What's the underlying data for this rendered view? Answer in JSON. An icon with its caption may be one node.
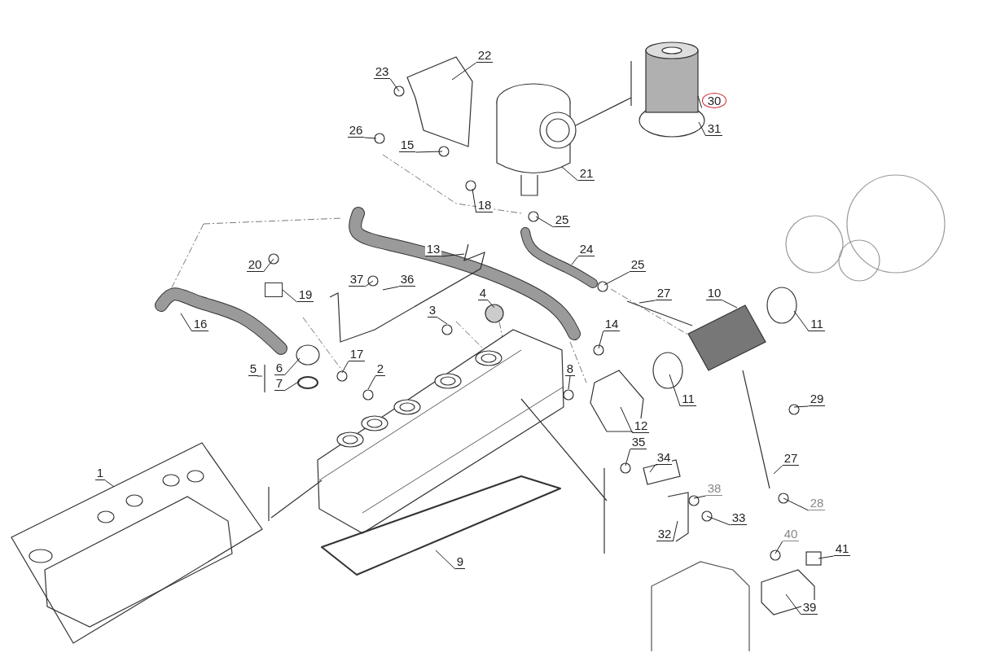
{
  "diagram": {
    "nodes": [
      {
        "text": [
          "22"
        ]
      },
      {
        "text": [
          "23"
        ]
      },
      {
        "text": [
          "30"
        ]
      },
      {
        "text": [
          "31"
        ]
      },
      {
        "text": [
          "26"
        ]
      },
      {
        "text": [
          "15"
        ]
      },
      {
        "text": [
          "21"
        ]
      },
      {
        "text": [
          "18"
        ]
      },
      {
        "text": [
          "25"
        ]
      },
      {
        "text": [
          "24"
        ]
      },
      {
        "text": [
          "13"
        ]
      },
      {
        "text": [
          "20"
        ]
      },
      {
        "text": [
          "25"
        ]
      },
      {
        "text": [
          "37"
        ]
      },
      {
        "text": [
          "36"
        ]
      },
      {
        "text": [
          "10"
        ]
      },
      {
        "text": [
          "27"
        ]
      },
      {
        "text": [
          "4"
        ]
      },
      {
        "text": [
          "19"
        ]
      },
      {
        "text": [
          "3"
        ]
      },
      {
        "text": [
          "16"
        ]
      },
      {
        "text": [
          "11"
        ]
      },
      {
        "text": [
          "14"
        ]
      },
      {
        "text": [
          "17"
        ]
      },
      {
        "text": [
          "5"
        ]
      },
      {
        "text": [
          "6"
        ]
      },
      {
        "text": [
          "7"
        ]
      },
      {
        "text": [
          "2"
        ]
      },
      {
        "text": [
          "8"
        ]
      },
      {
        "text": [
          "11"
        ]
      },
      {
        "text": [
          "29"
        ]
      },
      {
        "text": [
          "12"
        ]
      },
      {
        "text": [
          "35"
        ]
      },
      {
        "text": [
          "34"
        ]
      },
      {
        "text": [
          "27"
        ]
      },
      {
        "text": [
          "1"
        ]
      },
      {
        "text": [
          "38"
        ]
      },
      {
        "text": [
          "28"
        ]
      },
      {
        "text": [
          "33"
        ]
      },
      {
        "text": [
          "32"
        ]
      },
      {
        "text": [
          "40"
        ]
      },
      {
        "text": [
          "41"
        ]
      },
      {
        "text": [
          "9"
        ]
      },
      {
        "text": [
          "39"
        ]
      },
      {
        "text": [],
        "shape": "box"
      }
    ],
    "edges": [
      {
        "from": 0,
        "to": null,
        "arrow": "none"
      },
      {
        "from": 1,
        "to": null,
        "arrow": "none"
      },
      {
        "from": 2,
        "to": null,
        "arrow": "none"
      },
      {
        "from": 3,
        "to": null,
        "arrow": "none"
      },
      {
        "from": 4,
        "to": null,
        "arrow": "none"
      },
      {
        "from": 5,
        "to": null,
        "arrow": "none"
      },
      {
        "from": 6,
        "to": null,
        "arrow": "none"
      },
      {
        "from": 7,
        "to": null,
        "arrow": "none"
      },
      {
        "from": 8,
        "to": null,
        "arrow": "none"
      },
      {
        "from": 9,
        "to": null,
        "arrow": "none"
      },
      {
        "from": 10,
        "to": null,
        "arrow": "none"
      },
      {
        "from": 11,
        "to": null,
        "arrow": "none"
      },
      {
        "from": 12,
        "to": null,
        "arrow": "none"
      },
      {
        "from": 13,
        "to": null,
        "arrow": "none"
      },
      {
        "from": 14,
        "to": null,
        "arrow": "none"
      },
      {
        "from": 15,
        "to": null,
        "arrow": "none"
      },
      {
        "from": 16,
        "to": null,
        "arrow": "none"
      },
      {
        "from": 17,
        "to": null,
        "arrow": "none"
      },
      {
        "from": 18,
        "to": 44,
        "arrow": "none"
      },
      {
        "from": 19,
        "to": null,
        "arrow": "none"
      },
      {
        "from": 20,
        "to": null,
        "arrow": "none"
      },
      {
        "from": 21,
        "to": null,
        "arrow": "none"
      },
      {
        "from": 22,
        "to": null,
        "arrow": "none"
      },
      {
        "from": 23,
        "to": null,
        "arrow": "none"
      },
      {
        "from": 25,
        "to": null,
        "arrow": "none"
      },
      {
        "from": 26,
        "to": null,
        "arrow": "none"
      },
      {
        "from": 27,
        "to": null,
        "arrow": "none"
      },
      {
        "from": 28,
        "to": null,
        "arrow": "none"
      },
      {
        "from": 29,
        "to": null,
        "arrow": "none"
      },
      {
        "from": 30,
        "to": null,
        "arrow": "none"
      },
      {
        "from": 31,
        "to": null,
        "arrow": "none"
      },
      {
        "from": 32,
        "to": null,
        "arrow": "none"
      },
      {
        "from": 33,
        "to": null,
        "arrow": "none"
      },
      {
        "from": 34,
        "to": null,
        "arrow": "none"
      },
      {
        "from": 35,
        "to": null,
        "arrow": "none"
      },
      {
        "from": 36,
        "to": null,
        "arrow": "none"
      },
      {
        "from": 37,
        "to": null,
        "arrow": "none"
      },
      {
        "from": 38,
        "to": null,
        "arrow": "none"
      },
      {
        "from": 39,
        "to": null,
        "arrow": "none"
      },
      {
        "from": 40,
        "to": null,
        "arrow": "none"
      },
      {
        "from": 41,
        "to": null,
        "arrow": "none"
      },
      {
        "from": 42,
        "to": null,
        "arrow": "none"
      },
      {
        "from": 43,
        "to": null,
        "arrow": "none"
      }
    ]
  }
}
